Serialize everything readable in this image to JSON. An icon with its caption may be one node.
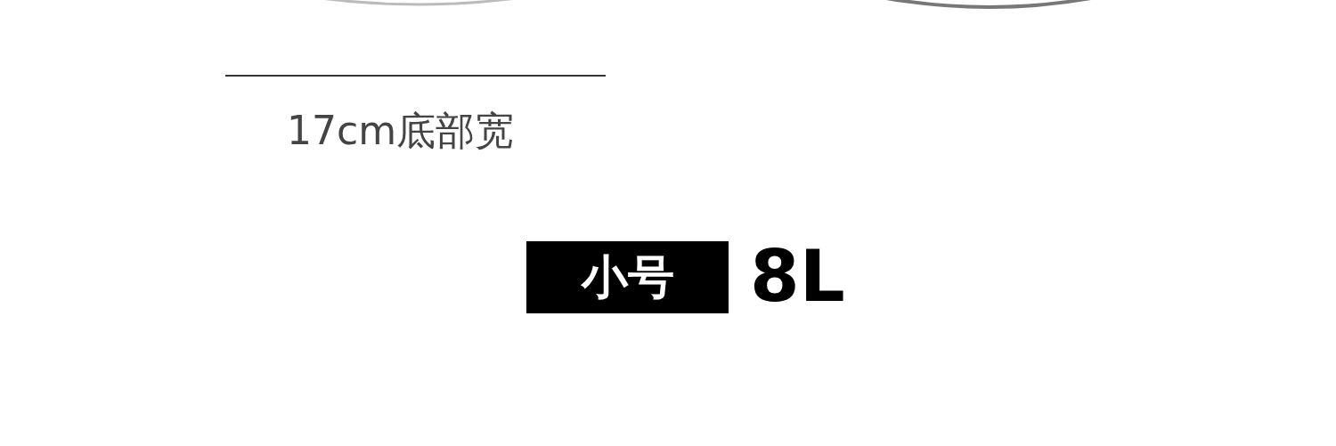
{
  "diagram": {
    "nodes": [
      {
        "text": [
          "小号"
        ],
        "beside": [
          "8L"
        ]
      }
    ],
    "labels": [
      "17cm底部宽"
    ]
  }
}
